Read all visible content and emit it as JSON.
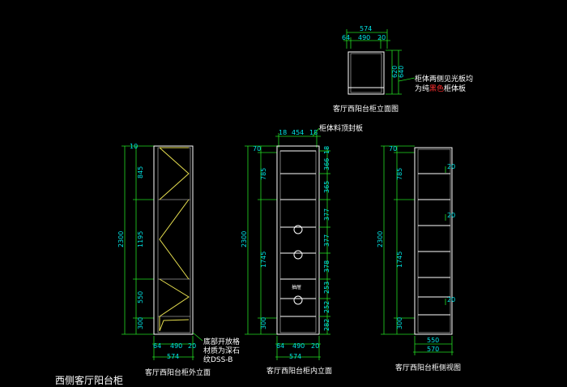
{
  "sheet": {
    "title": "西侧客厅阳台柜"
  },
  "top_view": {
    "caption": "客厅西阳台柜立面图",
    "overall_width": "574",
    "w_left": "64",
    "w_mid": "490",
    "w_right": "20",
    "h_outer": "640",
    "h_inner": "620",
    "note_line1": "柜体两侧见光板均",
    "note_line2_prefix": "为纯",
    "note_line2_red": "黑色",
    "note_line2_suffix": "柜体板"
  },
  "front_outer": {
    "caption": "客厅西阳台柜外立面",
    "total_height": "2300",
    "seg": [
      "10",
      "845",
      "1195",
      "550",
      "300"
    ],
    "w_left": "64",
    "w_mid": "490",
    "w_right": "20",
    "overall_width": "574",
    "note_line1": "底部开放格",
    "note_line2": "材质为深石",
    "note_line3": "纹DSS-B"
  },
  "front_inner": {
    "caption": "客厅西阳台柜内立面",
    "total_height": "2300",
    "seg_left": [
      "70",
      "785",
      "1745",
      "300"
    ],
    "top_left": "18",
    "top_mid": "454",
    "top_right": "18",
    "top_note": "柜体料顶封板",
    "shelf_dims": [
      "18",
      "366",
      "365",
      "377",
      "377",
      "378",
      "253",
      "252",
      "282"
    ],
    "drawer_label": "抽屉",
    "w_left": "64",
    "w_mid": "490",
    "w_right": "20",
    "overall_width": "574"
  },
  "side_view": {
    "caption": "客厅西阳台柜侧视图",
    "total_height": "2300",
    "seg_left": [
      "70",
      "785",
      "1745",
      "300"
    ],
    "shelf_marks": [
      "20",
      "20",
      "20"
    ],
    "inner_width": "550",
    "outer_width": "570"
  }
}
